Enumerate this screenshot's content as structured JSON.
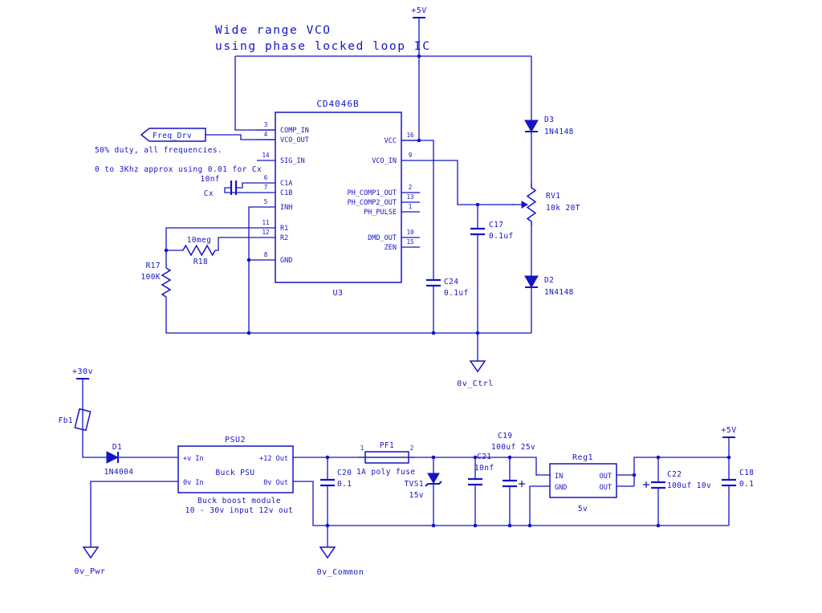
{
  "title": {
    "line1": "Wide range VCO",
    "line2": "using phase locked loop IC"
  },
  "notes": {
    "duty": "50% duty, all frequencies.",
    "range": "0 to 3Khz approx using 0.01 for Cx",
    "buck_line1": "Buck boost module",
    "buck_line2": "10 - 30v input 12v out"
  },
  "net_labels": {
    "freq_drv": "Freq_Drv"
  },
  "power_symbols": {
    "p5v_top": "+5V",
    "p5v_right": "+5V",
    "p30v": "+30v",
    "gnd_ctrl": "0v_Ctrl",
    "gnd_pwr": "0v_Pwr",
    "gnd_common": "0v_Common"
  },
  "u3": {
    "ref": "U3",
    "value": "CD4046B",
    "left_pins": [
      {
        "num": "3",
        "name": "COMP_IN"
      },
      {
        "num": "4",
        "name": "VCO_OUT"
      },
      {
        "num": "14",
        "name": "SIG_IN"
      },
      {
        "num": "6",
        "name": "C1A"
      },
      {
        "num": "7",
        "name": "C1B"
      },
      {
        "num": "5",
        "name": "INH"
      },
      {
        "num": "11",
        "name": "R1"
      },
      {
        "num": "12",
        "name": "R2"
      },
      {
        "num": "8",
        "name": "GND"
      }
    ],
    "right_pins": [
      {
        "num": "16",
        "name": "VCC"
      },
      {
        "num": "9",
        "name": "VCO_IN"
      },
      {
        "num": "2",
        "name": "PH_COMP1_OUT"
      },
      {
        "num": "13",
        "name": "PH_COMP2_OUT"
      },
      {
        "num": "1",
        "name": "PH_PULSE"
      },
      {
        "num": "10",
        "name": "DMD_OUT"
      },
      {
        "num": "15",
        "name": "ZEN"
      }
    ]
  },
  "components": {
    "d3": {
      "ref": "D3",
      "value": "1N4148"
    },
    "d2": {
      "ref": "D2",
      "value": "1N4148"
    },
    "d1": {
      "ref": "D1",
      "value": "1N4004"
    },
    "rv1": {
      "ref": "RV1",
      "value": "10k 20T"
    },
    "r17": {
      "ref": "R17",
      "value": "100K"
    },
    "r18": {
      "ref": "R18",
      "value": "10meg"
    },
    "cx": {
      "ref": "Cx",
      "value": "10nf"
    },
    "c17": {
      "ref": "C17",
      "value": "0.1uf"
    },
    "c24": {
      "ref": "C24",
      "value": "0.1uf"
    },
    "c20": {
      "ref": "C20",
      "value": "0.1"
    },
    "c21": {
      "ref": "C21",
      "value": "10nf"
    },
    "c19": {
      "ref": "C19",
      "value": "100uf 25v"
    },
    "c22": {
      "ref": "C22",
      "value": "100uf 10v"
    },
    "c18": {
      "ref": "C18",
      "value": "0.1"
    },
    "tvs1": {
      "ref": "TVS1",
      "value": "15v"
    },
    "fb1": {
      "ref": "Fb1"
    },
    "pf1": {
      "ref": "PF1",
      "value": "1A poly fuse",
      "pin1": "1",
      "pin2": "2"
    },
    "psu2": {
      "ref": "PSU2",
      "body": "Buck PSU",
      "pins": {
        "in_pos": "+v In",
        "in_neg": "0v In",
        "out_pos": "+12 Out",
        "out_neg": "0v Out"
      }
    },
    "reg1": {
      "ref": "Reg1",
      "value": "5v",
      "pins": {
        "in": "IN",
        "gnd": "GND",
        "out_top": "OUT",
        "out_bot": "OUT"
      }
    }
  }
}
